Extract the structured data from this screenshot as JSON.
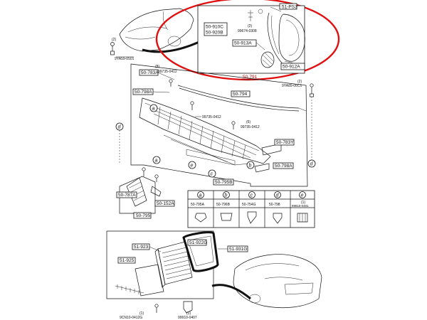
{
  "callouts": {
    "c1": "51-PS3",
    "c2": "50-910C",
    "c3": "50-920B",
    "c4": "50-913A",
    "c5": "50-912A",
    "c6": "50-783A",
    "c7": "50-798A",
    "c8": "50-794",
    "c9": "50-783Y",
    "c10": "50-798A",
    "c11": "50-795B",
    "c12": "50-787A",
    "c13": "50-152A",
    "c14": "50-795",
    "c15": "51-923",
    "c16": "51-922G",
    "c17": "51-931G",
    "c18": "51-925",
    "c19": "50-791"
  },
  "part_numbers": {
    "p1": "99674-0308",
    "p2": "9YA59-0501",
    "p3": "99735-0412",
    "p4": "99735-0412",
    "p5": "99735-0412",
    "p6": "9YA89-06C1",
    "p7": "99910-0481",
    "p8": "9CN10-0412G",
    "p9": "99910-0407"
  },
  "quantities": {
    "q1": "(2)",
    "q2": "(8)",
    "q3": "(2)",
    "q4": "(6)",
    "q5": "(1)",
    "q6": "(1)",
    "q7": "(1)"
  },
  "legend": {
    "letters": [
      "a",
      "b",
      "c",
      "d",
      "e"
    ],
    "codes": [
      "50-795A",
      "50-796B",
      "50-754G",
      "50-798",
      "99910-0481"
    ],
    "qty": "(1)"
  },
  "markers": {
    "a": "a",
    "b": "b",
    "c": "c",
    "d": "d",
    "e": "e"
  },
  "highlight_color": "#e01010"
}
